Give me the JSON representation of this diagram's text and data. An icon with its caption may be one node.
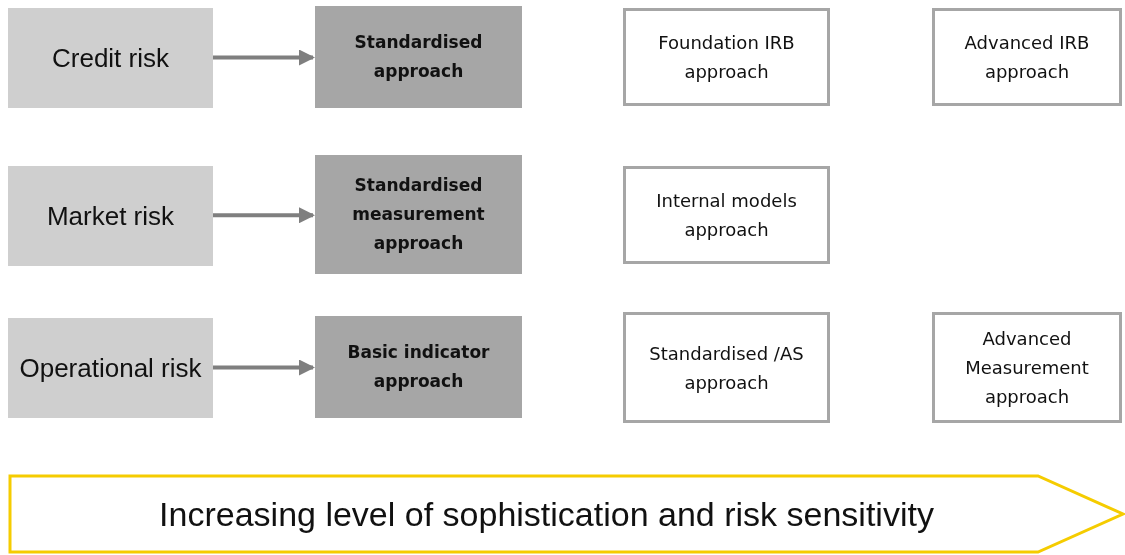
{
  "diagram": {
    "nodes": [
      {
        "text": [
          "Credit risk"
        ]
      },
      {
        "text": [
          "Standardised approach"
        ]
      },
      {
        "text": [
          "Foundation IRB approach"
        ]
      },
      {
        "text": [
          "Advanced IRB approach"
        ]
      },
      {
        "text": [
          "Market risk"
        ]
      },
      {
        "text": [
          "Standardised measurement approach"
        ]
      },
      {
        "text": [
          "Internal models approach"
        ]
      },
      {
        "text": [
          "Operational risk"
        ]
      },
      {
        "text": [
          "Basic indicator approach"
        ]
      },
      {
        "text": [
          "Standardised /AS approach"
        ]
      },
      {
        "text": [
          "Advanced Measurement approach"
        ]
      },
      {
        "text": [
          "Increasing level of sophistication and risk sensitivity"
        ]
      }
    ],
    "edges": [
      {
        "from": 0,
        "to": 1,
        "arrow": "to"
      },
      {
        "from": 4,
        "to": 5,
        "arrow": "to"
      },
      {
        "from": 7,
        "to": 8,
        "arrow": "to"
      }
    ]
  }
}
